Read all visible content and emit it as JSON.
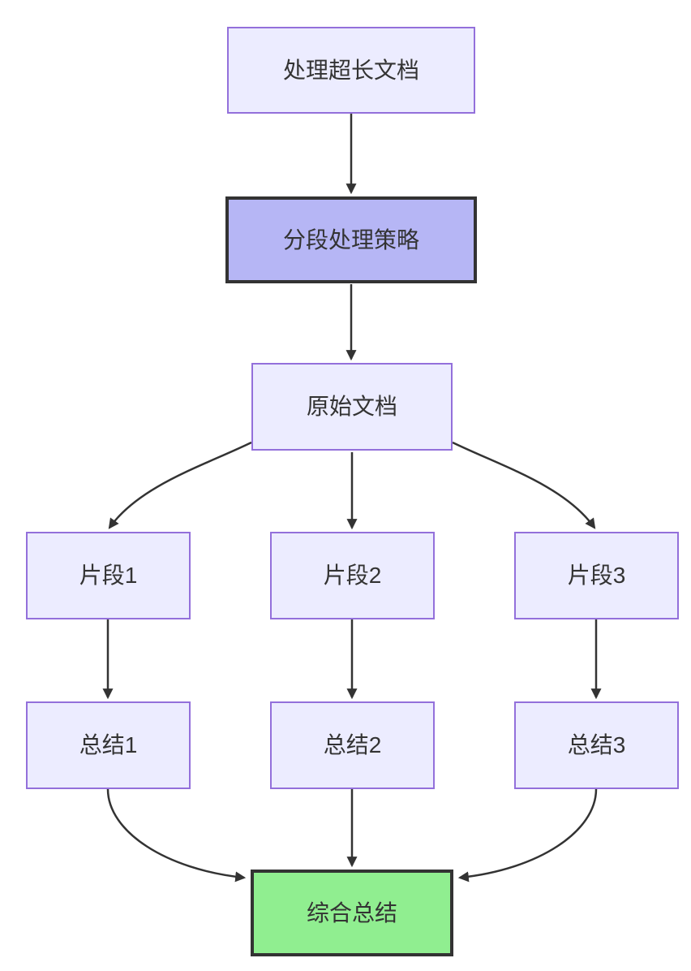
{
  "diagram": {
    "type": "flowchart",
    "direction": "top-down",
    "nodes": [
      {
        "id": "A",
        "label": "处理超长文档",
        "style": "default"
      },
      {
        "id": "B",
        "label": "分段处理策略",
        "style": "accent"
      },
      {
        "id": "C",
        "label": "原始文档",
        "style": "default"
      },
      {
        "id": "D1",
        "label": "片段1",
        "style": "default"
      },
      {
        "id": "D2",
        "label": "片段2",
        "style": "default"
      },
      {
        "id": "D3",
        "label": "片段3",
        "style": "default"
      },
      {
        "id": "S1",
        "label": "总结1",
        "style": "default"
      },
      {
        "id": "S2",
        "label": "总结2",
        "style": "default"
      },
      {
        "id": "S3",
        "label": "总结3",
        "style": "default"
      },
      {
        "id": "F",
        "label": "综合总结",
        "style": "success"
      }
    ],
    "edges": [
      {
        "from": "A",
        "to": "B"
      },
      {
        "from": "B",
        "to": "C"
      },
      {
        "from": "C",
        "to": "D1"
      },
      {
        "from": "C",
        "to": "D2"
      },
      {
        "from": "C",
        "to": "D3"
      },
      {
        "from": "D1",
        "to": "S1"
      },
      {
        "from": "D2",
        "to": "S2"
      },
      {
        "from": "D3",
        "to": "S3"
      },
      {
        "from": "S1",
        "to": "F"
      },
      {
        "from": "S2",
        "to": "F"
      },
      {
        "from": "S3",
        "to": "F"
      }
    ]
  },
  "colors": {
    "background": "#FFFFFF",
    "node_fill": "#ECECFF",
    "node_border": "#9370DB",
    "accent_fill": "#B6B6F5",
    "success_fill": "#90EE90",
    "strong_border": "#333333",
    "edge": "#333333",
    "text": "#333333"
  }
}
